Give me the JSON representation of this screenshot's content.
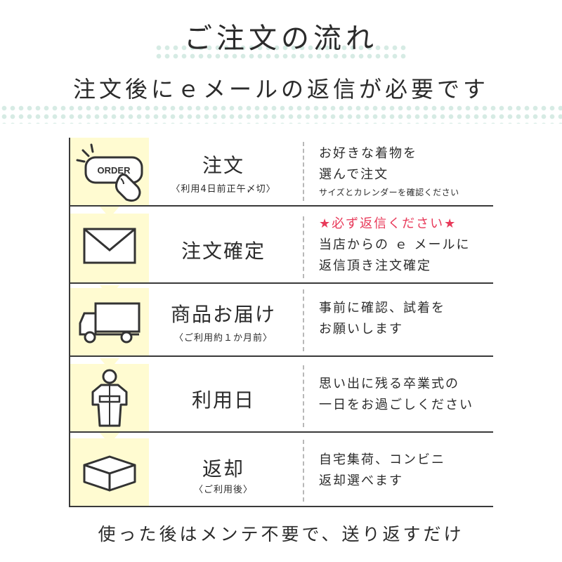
{
  "header": {
    "title": "ご注文の流れ",
    "subtitle": "注文後にｅメールの返信が必要です"
  },
  "steps": [
    {
      "icon": "order-button-icon",
      "icon_text": "ORDER",
      "title": "注文",
      "subtitle": "〈利用4日前正午〆切〉",
      "desc": [
        "お好きな着物を",
        "選んで注文"
      ],
      "note": "サイズとカレンダーを確認ください"
    },
    {
      "icon": "envelope-icon",
      "title": "注文確定",
      "subtitle": "",
      "alert": "★必ず返信ください★",
      "desc": [
        "当店からの ｅ メールに",
        "返信頂き注文確定"
      ]
    },
    {
      "icon": "truck-icon",
      "title": "商品お届け",
      "subtitle": "〈ご利用約１か月前〉",
      "desc": [
        "事前に確認、試着を",
        "お願いします"
      ]
    },
    {
      "icon": "kimono-person-icon",
      "title": "利用日",
      "subtitle": "",
      "desc": [
        "思い出に残る卒業式の",
        "一日をお過ごしください"
      ]
    },
    {
      "icon": "box-icon",
      "title": "返却",
      "subtitle": "〈ご利用後〉",
      "desc": [
        "自宅集荷、コンビニ",
        "返却選べます"
      ]
    }
  ],
  "footer": {
    "text": "使った後はメンテ不要で、送り返すだけ"
  },
  "colors": {
    "icon_background": "#fffbd1",
    "dots": "#d6ebe4",
    "alert": "#e83a5a",
    "lines": "#3a3a3a"
  }
}
